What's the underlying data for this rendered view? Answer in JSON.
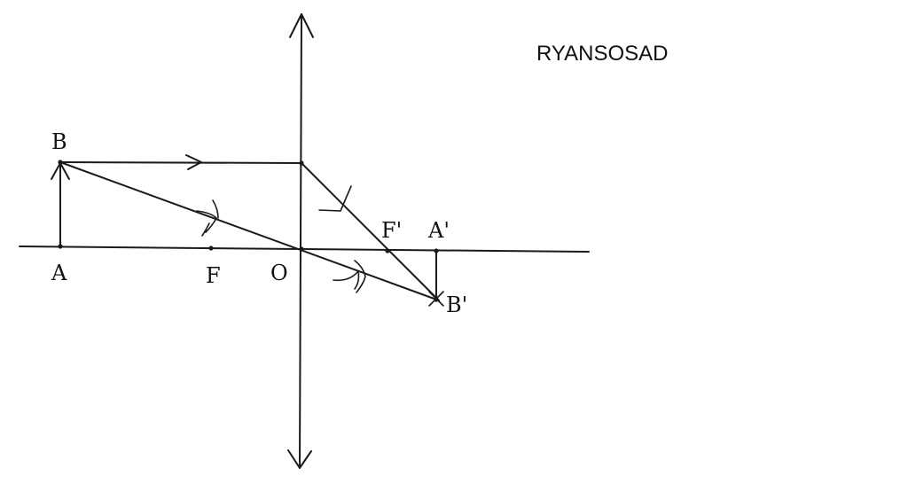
{
  "watermark": "RYANSOSAD",
  "labels": {
    "A": "A",
    "B": "B",
    "F": "F",
    "O": "O",
    "F_prime": "F'",
    "A_prime": "A'",
    "B_prime": "B'"
  }
}
